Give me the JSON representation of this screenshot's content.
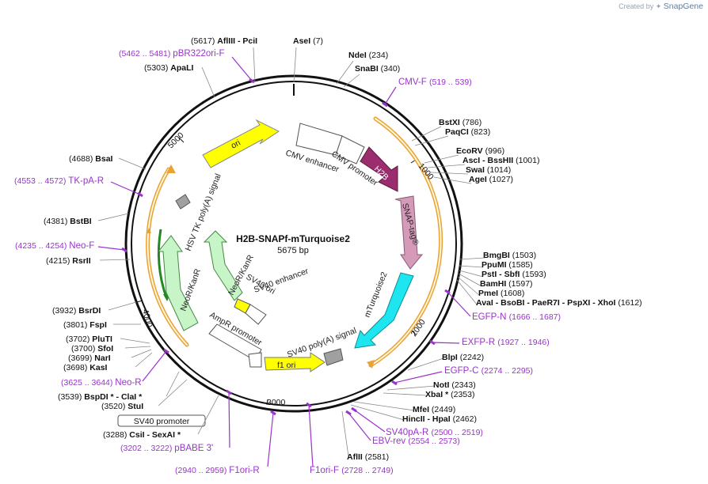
{
  "credit": {
    "prefix": "Created by",
    "brand": "SnapGene"
  },
  "plasmid": {
    "name": "H2B-SNAPf-mTurquoise2",
    "size": "5675 bp"
  },
  "ticks": [
    "1000",
    "2000",
    "3000",
    "4000",
    "5000"
  ],
  "sites": [
    {
      "pre": "(5617)",
      "name": "AflIII",
      "mid": " - PciI",
      "post": ""
    },
    {
      "pre": "",
      "name": "AseI",
      "mid": "",
      "post": "(7)"
    },
    {
      "pre": "",
      "name": "NdeI",
      "mid": "",
      "post": "(234)"
    },
    {
      "pre": "",
      "name": "SnaBI",
      "mid": "",
      "post": "(340)"
    },
    {
      "pre": "",
      "name": "BstXI",
      "mid": "",
      "post": "(786)"
    },
    {
      "pre": "",
      "name": "PaqCI",
      "mid": "",
      "post": "(823)"
    },
    {
      "pre": "",
      "name": "EcoRV",
      "mid": "",
      "post": "(996)"
    },
    {
      "pre": "",
      "name": "AscI",
      "mid": " - BssHII",
      "post": "(1001)"
    },
    {
      "pre": "",
      "name": "SwaI",
      "mid": "",
      "post": "(1014)"
    },
    {
      "pre": "",
      "name": "AgeI",
      "mid": "",
      "post": "(1027)"
    },
    {
      "pre": "",
      "name": "BmgBI",
      "mid": "",
      "post": "(1503)"
    },
    {
      "pre": "",
      "name": "PpuMI",
      "mid": "",
      "post": "(1585)"
    },
    {
      "pre": "",
      "name": "PstI",
      "mid": " - SbfI",
      "post": "(1593)"
    },
    {
      "pre": "",
      "name": "BamHI",
      "mid": "",
      "post": "(1597)"
    },
    {
      "pre": "",
      "name": "PmeI",
      "mid": "",
      "post": "(1608)"
    },
    {
      "pre": "",
      "name": "AvaI",
      "mid": " - BsoBI - PaeR7I - PspXI - XhoI",
      "post": "(1612)"
    },
    {
      "pre": "",
      "name": "BlpI",
      "mid": "",
      "post": "(2242)"
    },
    {
      "pre": "",
      "name": "NotI",
      "mid": "",
      "post": "(2343)"
    },
    {
      "pre": "",
      "name": "XbaI *",
      "mid": "",
      "post": "(2353)"
    },
    {
      "pre": "",
      "name": "MfeI",
      "mid": "",
      "post": "(2449)"
    },
    {
      "pre": "",
      "name": "HincII",
      "mid": " - HpaI",
      "post": "(2462)"
    },
    {
      "pre": "",
      "name": "AflII",
      "mid": "",
      "post": "(2581)"
    },
    {
      "pre": "(3288)",
      "name": "CsiI",
      "mid": " - SexAI *",
      "post": ""
    },
    {
      "pre": "(3520)",
      "name": "StuI",
      "mid": "",
      "post": ""
    },
    {
      "pre": "(3539)",
      "name": "BspDI *",
      "mid": " - ClaI *",
      "post": ""
    },
    {
      "pre": "(3698)",
      "name": "KasI",
      "mid": "",
      "post": ""
    },
    {
      "pre": "(3699)",
      "name": "NarI",
      "mid": "",
      "post": ""
    },
    {
      "pre": "(3700)",
      "name": "SfoI",
      "mid": "",
      "post": ""
    },
    {
      "pre": "(3702)",
      "name": "PluTI",
      "mid": "",
      "post": ""
    },
    {
      "pre": "(3801)",
      "name": "FspI",
      "mid": "",
      "post": ""
    },
    {
      "pre": "(3932)",
      "name": "BsrDI",
      "mid": "",
      "post": ""
    },
    {
      "pre": "(4215)",
      "name": "RsrII",
      "mid": "",
      "post": ""
    },
    {
      "pre": "(4381)",
      "name": "BstBI",
      "mid": "",
      "post": ""
    },
    {
      "pre": "(4688)",
      "name": "BsaI",
      "mid": "",
      "post": ""
    },
    {
      "pre": "(5303)",
      "name": "ApaLI",
      "mid": "",
      "post": ""
    }
  ],
  "primers": [
    {
      "name": "pBR322ori-F",
      "range": "(5462 .. 5481)"
    },
    {
      "name": "CMV-F",
      "range": "(519 .. 539)"
    },
    {
      "name": "EGFP-N",
      "range": "(1666 .. 1687)"
    },
    {
      "name": "EXFP-R",
      "range": "(1927 .. 1946)"
    },
    {
      "name": "EGFP-C",
      "range": "(2274 .. 2295)"
    },
    {
      "name": "SV40pA-R",
      "range": "(2500 .. 2519)"
    },
    {
      "name": "EBV-rev",
      "range": "(2554 .. 2573)"
    },
    {
      "name": "F1ori-F",
      "range": "(2728 .. 2749)"
    },
    {
      "name": "F1ori-R",
      "range": "(2940 .. 2959)"
    },
    {
      "name": "pBABE 3'",
      "range": "(3202 .. 3222)"
    },
    {
      "name": "Neo-R",
      "range": "(3625 .. 3644)"
    },
    {
      "name": "Neo-F",
      "range": "(4235 .. 4254)"
    },
    {
      "name": "TK-pA-R",
      "range": "(4553 .. 4572)"
    }
  ],
  "features": {
    "cmv_enhancer": "CMV enhancer",
    "cmv_promoter": "CMV promoter",
    "h2b": "H2B",
    "snap": "SNAP-tag®",
    "mturq": "mTurquoise2",
    "sv40_polya": "SV40 poly(A) signal",
    "f1_ori": "f1 ori",
    "ampr_promoter": "AmpR promoter",
    "sv40_ori": "SV40 ori",
    "sv40_enhancer": "SV40 enhancer",
    "neor_inner": "NeoR/KanR",
    "neor_outer": "NeoR/KanR",
    "hsv_tk": "HSV TK poly(A) signal",
    "ori": "ori",
    "sv40_promoter": "SV40 promoter"
  },
  "colors": {
    "h2b": "#9b2d6e",
    "snap": "#d49ab8",
    "mturq": "#1ee6f0",
    "ori": "#ffff00",
    "f1": "#ffff00",
    "neor": "#c8f5c8",
    "orf": "#e9a233",
    "primer": "#9933cc",
    "promoter": "#ffffff",
    "polya": "#a0a0a0"
  }
}
